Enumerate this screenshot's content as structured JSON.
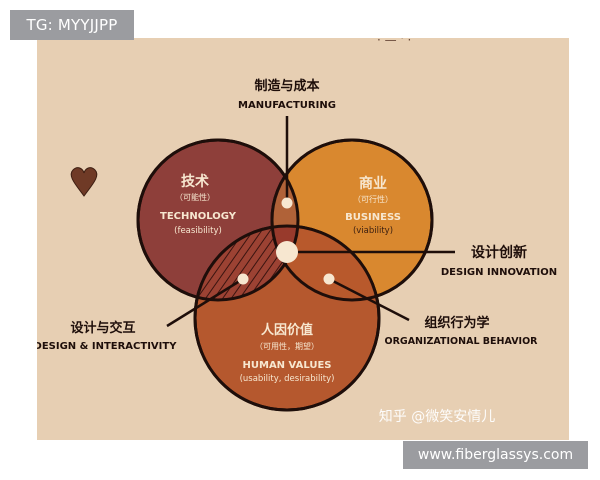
{
  "badges": {
    "tag": "TG: MYYJJPP",
    "site": "www.fiberglassys.com"
  },
  "diagram": {
    "top_label_cn": "制造与成本",
    "top_label_en": "MANUFACTURING",
    "center_label_cn": "设计创新",
    "center_label_en": "DESIGN INNOVATION",
    "left_label_cn": "设计与交互",
    "left_label_en": "DESIGN & INTERACTIVITY",
    "right_label_cn": "组织行为学",
    "right_label_en": "ORGANIZATIONAL BEHAVIOR",
    "circles": {
      "technology": {
        "title_cn": "技术",
        "sub_cn": "（可能性）",
        "title_en": "TECHNOLOGY",
        "sub_en": "(feasibility)"
      },
      "business": {
        "title_cn": "商业",
        "sub_cn": "（可行性）",
        "title_en": "BUSINESS",
        "sub_en": "(viability)"
      },
      "human": {
        "title_cn": "人因价值",
        "sub_cn": "（可用性，期望）",
        "title_en": "HUMAN VALUES",
        "sub_en": "(usability, desirability)"
      }
    },
    "colors": {
      "background": "#e7cfb3",
      "technology": "#8e3f3a",
      "business": "#d9882f",
      "human": "#b5582e",
      "outline": "#1e0e0a"
    }
  },
  "watermark": "知乎 @微笑安情儿"
}
